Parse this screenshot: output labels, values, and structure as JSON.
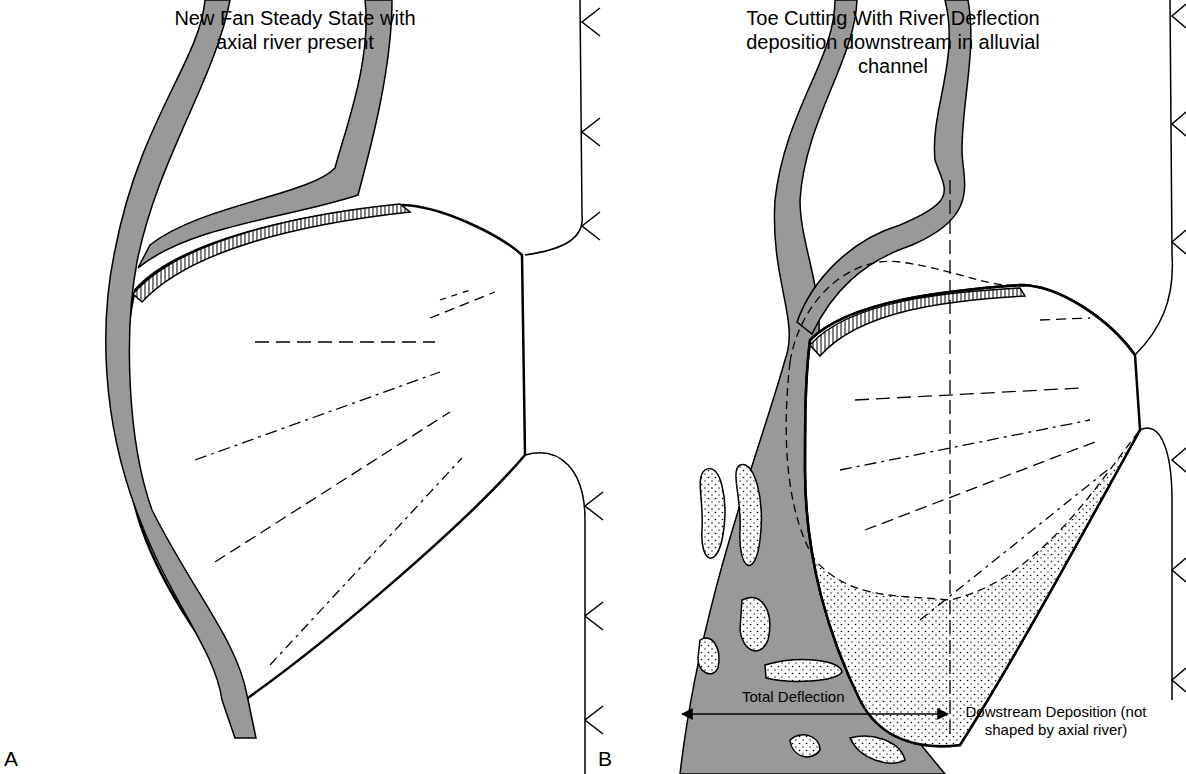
{
  "diagram": {
    "labels": [
      "New Fan Steady State with axial river present",
      "Toe Cutting With River Deflection deposition downstream in alluvial channel",
      "Total Deflection",
      "Dowstream Deposition (not shaped by axial river)",
      "A",
      "B"
    ]
  }
}
